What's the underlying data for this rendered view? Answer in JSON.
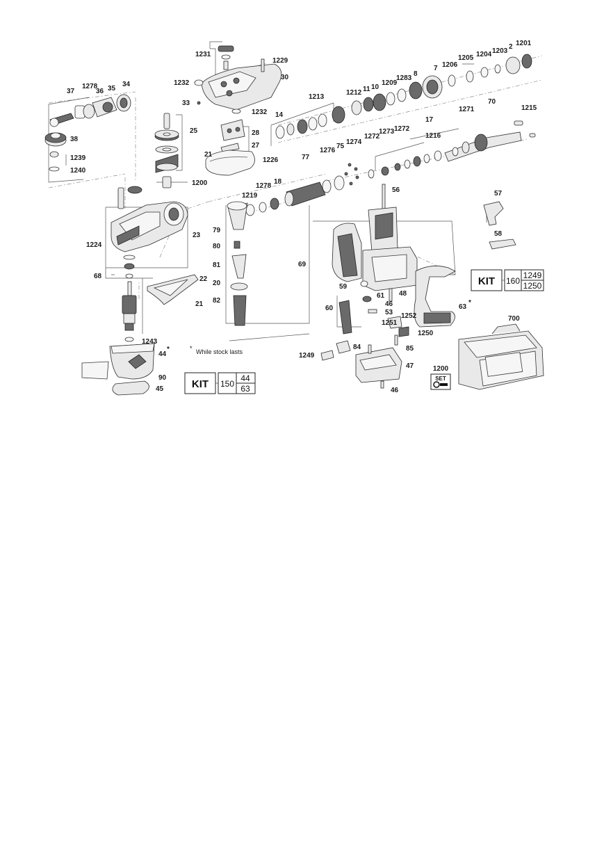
{
  "note": "While stock lasts",
  "note_star": "*",
  "kit_top": {
    "label": "KIT",
    "number": "160",
    "items": [
      "1249",
      "1250"
    ]
  },
  "kit_bottom": {
    "label": "KIT",
    "number": "150",
    "items": [
      "44",
      "63"
    ]
  },
  "set_badge": {
    "label": "SET",
    "number": "1200"
  },
  "part_labels": {
    "l1231": "1231",
    "l1229": "1229",
    "l30": "30",
    "l1232a": "1232",
    "l33": "33",
    "l1232b": "1232",
    "l25": "25",
    "l28": "28",
    "l27": "27",
    "l21a": "21",
    "l1226": "1226",
    "l1200": "1200",
    "l37": "37",
    "l1278a": "1278",
    "l36": "36",
    "l35": "35",
    "l34": "34",
    "l38": "38",
    "l1239": "1239",
    "l1240": "1240",
    "l23": "23",
    "l1224": "1224",
    "l68": "68",
    "l22": "22",
    "l21b": "21",
    "l1243": "1243",
    "l44": "44",
    "l90": "90",
    "l45": "45",
    "l1213": "1213",
    "l14": "14",
    "l1212": "1212",
    "l11": "11",
    "l10": "10",
    "l1209": "1209",
    "l1283": "1283",
    "l8": "8",
    "l7": "7",
    "l1206": "1206",
    "l1205": "1205",
    "l1204": "1204",
    "l1203": "1203",
    "l2": "2",
    "l1201": "1201",
    "l17": "17",
    "l1271": "1271",
    "l70": "70",
    "l1215": "1215",
    "l1273": "1273",
    "l1272a": "1272",
    "l1272b": "1272",
    "l1216": "1216",
    "l1274": "1274",
    "l1276": "1276",
    "l75": "75",
    "l77": "77",
    "l18": "18",
    "l1278b": "1278",
    "l1219": "1219",
    "l56": "56",
    "l79": "79",
    "l80": "80",
    "l81": "81",
    "l20": "20",
    "l82": "82",
    "l69": "69",
    "l57": "57",
    "l58": "58",
    "l59": "59",
    "l61": "61",
    "l46a": "46",
    "l48": "48",
    "l53": "53",
    "l60": "60",
    "l63": "63",
    "l1251": "1251",
    "l1252": "1252",
    "l1250": "1250",
    "l700": "700",
    "l84": "84",
    "l85": "85",
    "l1249": "1249",
    "l47": "47",
    "l46b": "46"
  },
  "stars": {
    "s44": "*",
    "s63": "*"
  }
}
